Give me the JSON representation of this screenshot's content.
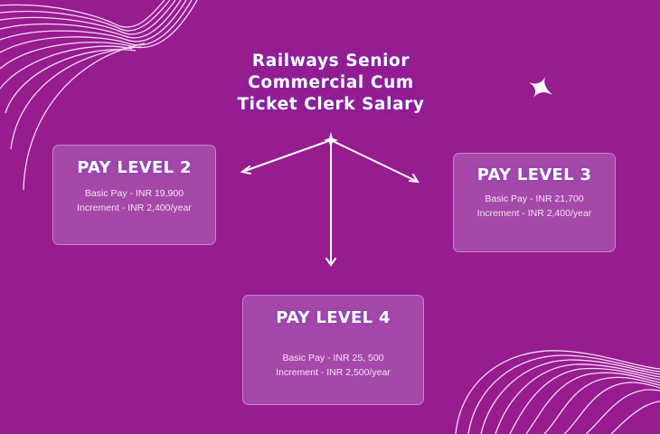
{
  "title": {
    "line1": "Railways Senior",
    "line2": "Commercial Cum",
    "line3": "Ticket Clerk Salary"
  },
  "cards": [
    {
      "heading": "PAY LEVEL 2",
      "basic_pay": "Basic Pay - INR 19,900",
      "increment": "Increment - INR 2,400/year"
    },
    {
      "heading": "PAY LEVEL 3",
      "basic_pay": "Basic Pay - INR 21,700",
      "increment": "Increment - INR 2,400/year"
    },
    {
      "heading": "PAY LEVEL 4",
      "basic_pay": "Basic Pay - INR 25, 500",
      "increment": "Increment - INR 2,500/year"
    }
  ],
  "colors": {
    "background": "#961c90",
    "card_fill": "#a14aa0",
    "text": "#ffffff"
  },
  "icons": [
    "sparkle-icon",
    "arrow-left-icon",
    "arrow-right-icon",
    "arrow-down-icon",
    "wave-lines-decoration"
  ]
}
